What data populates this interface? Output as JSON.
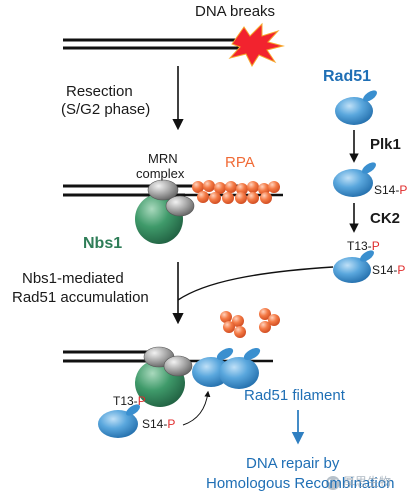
{
  "top": {
    "title": "DNA breaks"
  },
  "step1": {
    "line1": "Resection",
    "line2": "(S/G2 phase)"
  },
  "complex": {
    "mrn_line1": "MRN",
    "mrn_line2": "complex",
    "rpa": "RPA",
    "nbs1": "Nbs1"
  },
  "step2": {
    "line1": "Nbs1-mediated",
    "line2": "Rad51 accumulation"
  },
  "right_pathway": {
    "rad51_title": "Rad51",
    "kinase1": "Plk1",
    "s14_prefix": "S14-",
    "p": "P",
    "kinase2": "CK2",
    "t13_prefix": "T13-"
  },
  "bottom": {
    "t13_prefix": "T13-",
    "s14_prefix": "S14-",
    "p": "P",
    "filament": "Rad51 filament",
    "repair_line1": "DNA repair by",
    "repair_line2": "Homologous Recombination",
    "watermark": "厚思生物"
  },
  "colors": {
    "rad51_blue": "#3a8fcf",
    "nbs1_green": "#2e7d57",
    "rpa_orange": "#f06a35",
    "phospho_red": "#e02b2b",
    "title_blue": "#1f6fb5"
  }
}
